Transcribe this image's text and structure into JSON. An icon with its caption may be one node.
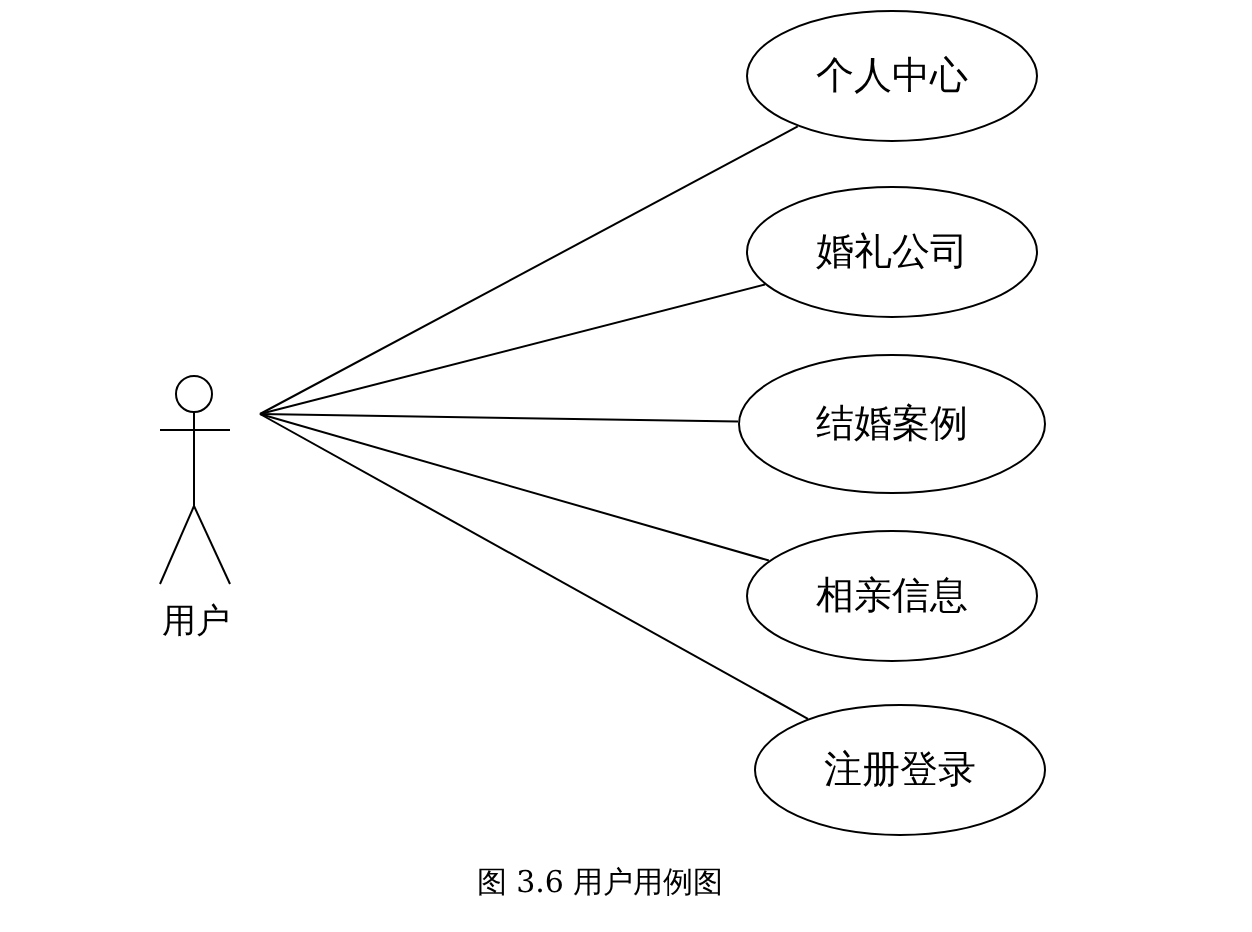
{
  "diagram": {
    "caption": "图 3.6 用户用例图",
    "nodes": [
      {
        "text": [
          "用户"
        ]
      },
      {
        "text": [
          "个人中心"
        ]
      },
      {
        "text": [
          "婚礼公司"
        ]
      },
      {
        "text": [
          "结婚案例"
        ]
      },
      {
        "text": [
          "相亲信息"
        ]
      },
      {
        "text": [
          "注册登录"
        ]
      }
    ],
    "edges": [
      {
        "from": 0,
        "to": 1,
        "arrow": "none"
      },
      {
        "from": 0,
        "to": 2,
        "arrow": "none"
      },
      {
        "from": 0,
        "to": 3,
        "arrow": "none"
      },
      {
        "from": 0,
        "to": 4,
        "arrow": "none"
      },
      {
        "from": 0,
        "to": 5,
        "arrow": "none"
      }
    ]
  }
}
